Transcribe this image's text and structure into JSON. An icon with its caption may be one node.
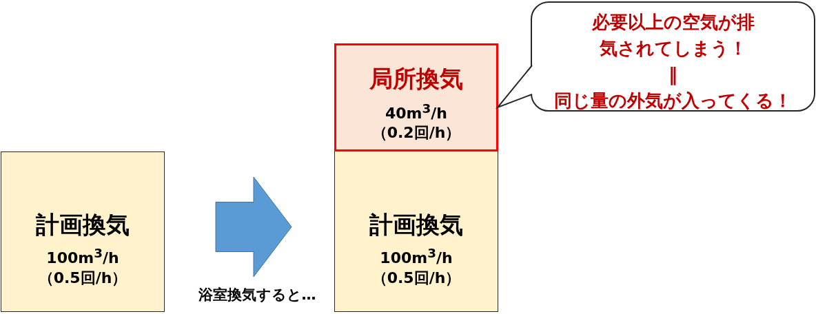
{
  "diagram": {
    "nodes": [
      {
        "text": [
          "計画換気",
          "100m$^{3}$/h （0.5回/h）"
        ]
      },
      {
        "text": [
          "局所換気",
          "40m$^{3}$/h （0.2回/h）"
        ]
      },
      {
        "text": [
          "計画換気",
          "100m$^{3}$/h （0.5回/h）"
        ]
      },
      {
        "text": [
          "必要以上の空気が排気されてしまう！",
          "‖",
          "同じ量の外気が入ってくる！"
        ]
      }
    ],
    "edges": [
      {
        "from": 0,
        "to": 2,
        "arrow": "to",
        "label": "浴室換気すると…",
        "style": "thick",
        "color": "#5b9bd5"
      },
      {
        "from": 3,
        "to": 1,
        "arrow": "to"
      }
    ]
  }
}
